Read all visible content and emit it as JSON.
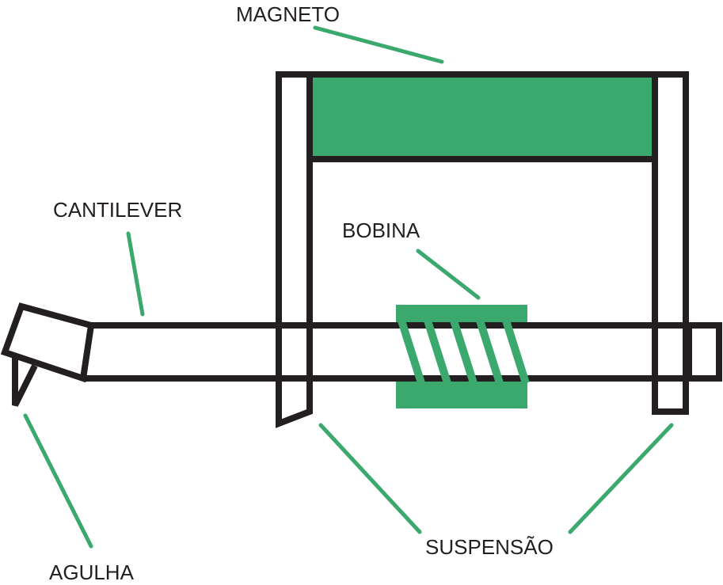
{
  "labels": {
    "magneto": "MAGNETO",
    "cantilever": "CANTILEVER",
    "bobina": "BOBINA",
    "agulha": "AGULHA",
    "suspensao": "SUSPENSÃO"
  },
  "colors": {
    "line": "#231f20",
    "accent": "#3ba86d"
  }
}
